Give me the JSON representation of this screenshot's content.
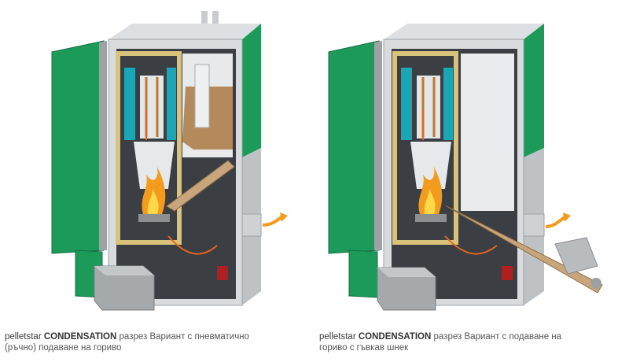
{
  "figures": [
    {
      "brand": "pelletstar",
      "model": "CONDENSATION",
      "text_line1": "разрез Вариант с пневматично",
      "text_line2": "(ръчно) подаване на гориво"
    },
    {
      "brand": "pelletstar",
      "model": "CONDENSATION",
      "text_line1": "разрез Вариант с подаване на",
      "text_line2": "гориво с гъвкав шнек"
    }
  ],
  "colors": {
    "door_green": "#1c9a5a",
    "casing_gray": "#cfd2d4",
    "exchanger_blue": "#1aa6b7",
    "flame_orange": "#f39b1c",
    "pellet_brown": "#b48a5c",
    "motor_red": "#b02020"
  }
}
